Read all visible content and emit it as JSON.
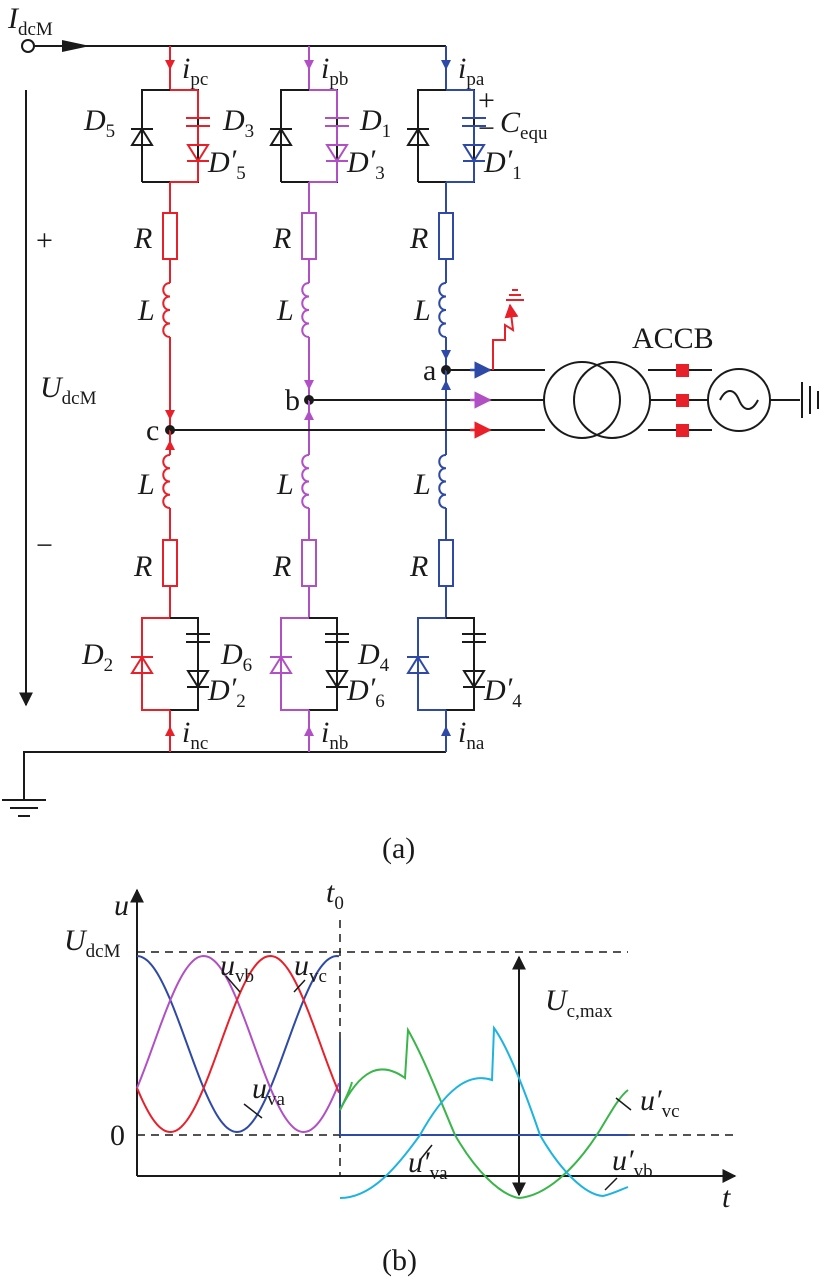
{
  "colors": {
    "phase_c": "#e8202a",
    "phase_b": "#b14fc5",
    "phase_a": "#2e49a6",
    "black": "#1a1a1a",
    "green": "#3ab54a",
    "cyan": "#1fb3e0",
    "accb_switch": "#e8202a"
  },
  "circuit": {
    "caption": "(a)",
    "dc_current": {
      "main": "I",
      "sub": "dcM"
    },
    "dc_voltage": {
      "main": "U",
      "sub": "dcM"
    },
    "plus_sign": "+",
    "minus_sign": "−",
    "breaker_label": "ACCB",
    "nodes": {
      "a": "a",
      "b": "b",
      "c": "c"
    },
    "resistor": "R",
    "inductor": "L",
    "upper_currents": [
      {
        "main": "i",
        "sub": "pc"
      },
      {
        "main": "i",
        "sub": "pb"
      },
      {
        "main": "i",
        "sub": "pa"
      }
    ],
    "lower_currents": [
      {
        "main": "i",
        "sub": "nc"
      },
      {
        "main": "i",
        "sub": "nb"
      },
      {
        "main": "i",
        "sub": "na"
      }
    ],
    "upper_diodes": [
      {
        "main": "D",
        "sub": "5",
        "aux": "5"
      },
      {
        "main": "D",
        "sub": "3",
        "aux": "3"
      },
      {
        "main": "D",
        "sub": "1",
        "aux": "1"
      }
    ],
    "lower_diodes": [
      {
        "main": "D",
        "sub": "2",
        "aux": "2"
      },
      {
        "main": "D",
        "sub": "6",
        "aux": "6"
      },
      {
        "main": "D",
        "sub": "4",
        "aux": "4"
      }
    ],
    "aux_diode_main": "D",
    "capacitor_label": {
      "main": "C",
      "sub": "equ"
    },
    "cap_plus": "+",
    "cap_minus": "−"
  },
  "waveform": {
    "caption": "(b)",
    "y_axis": "u",
    "x_axis": "t",
    "t0": {
      "main": "t",
      "sub": "0"
    },
    "level_top": {
      "main": "U",
      "sub": "dcM"
    },
    "level_zero": "0",
    "ucmax": {
      "main": "U",
      "sub": "c,max"
    },
    "labels": {
      "uva": {
        "main": "u",
        "sub": "va"
      },
      "uvb": {
        "main": "u",
        "sub": "vb"
      },
      "uvc": {
        "main": "u",
        "sub": "vc"
      },
      "uva_p": {
        "main": "u′",
        "sub": "va"
      },
      "uvb_p": {
        "main": "u′",
        "sub": "vb"
      },
      "uvc_p": {
        "main": "u′",
        "sub": "vc"
      }
    }
  }
}
